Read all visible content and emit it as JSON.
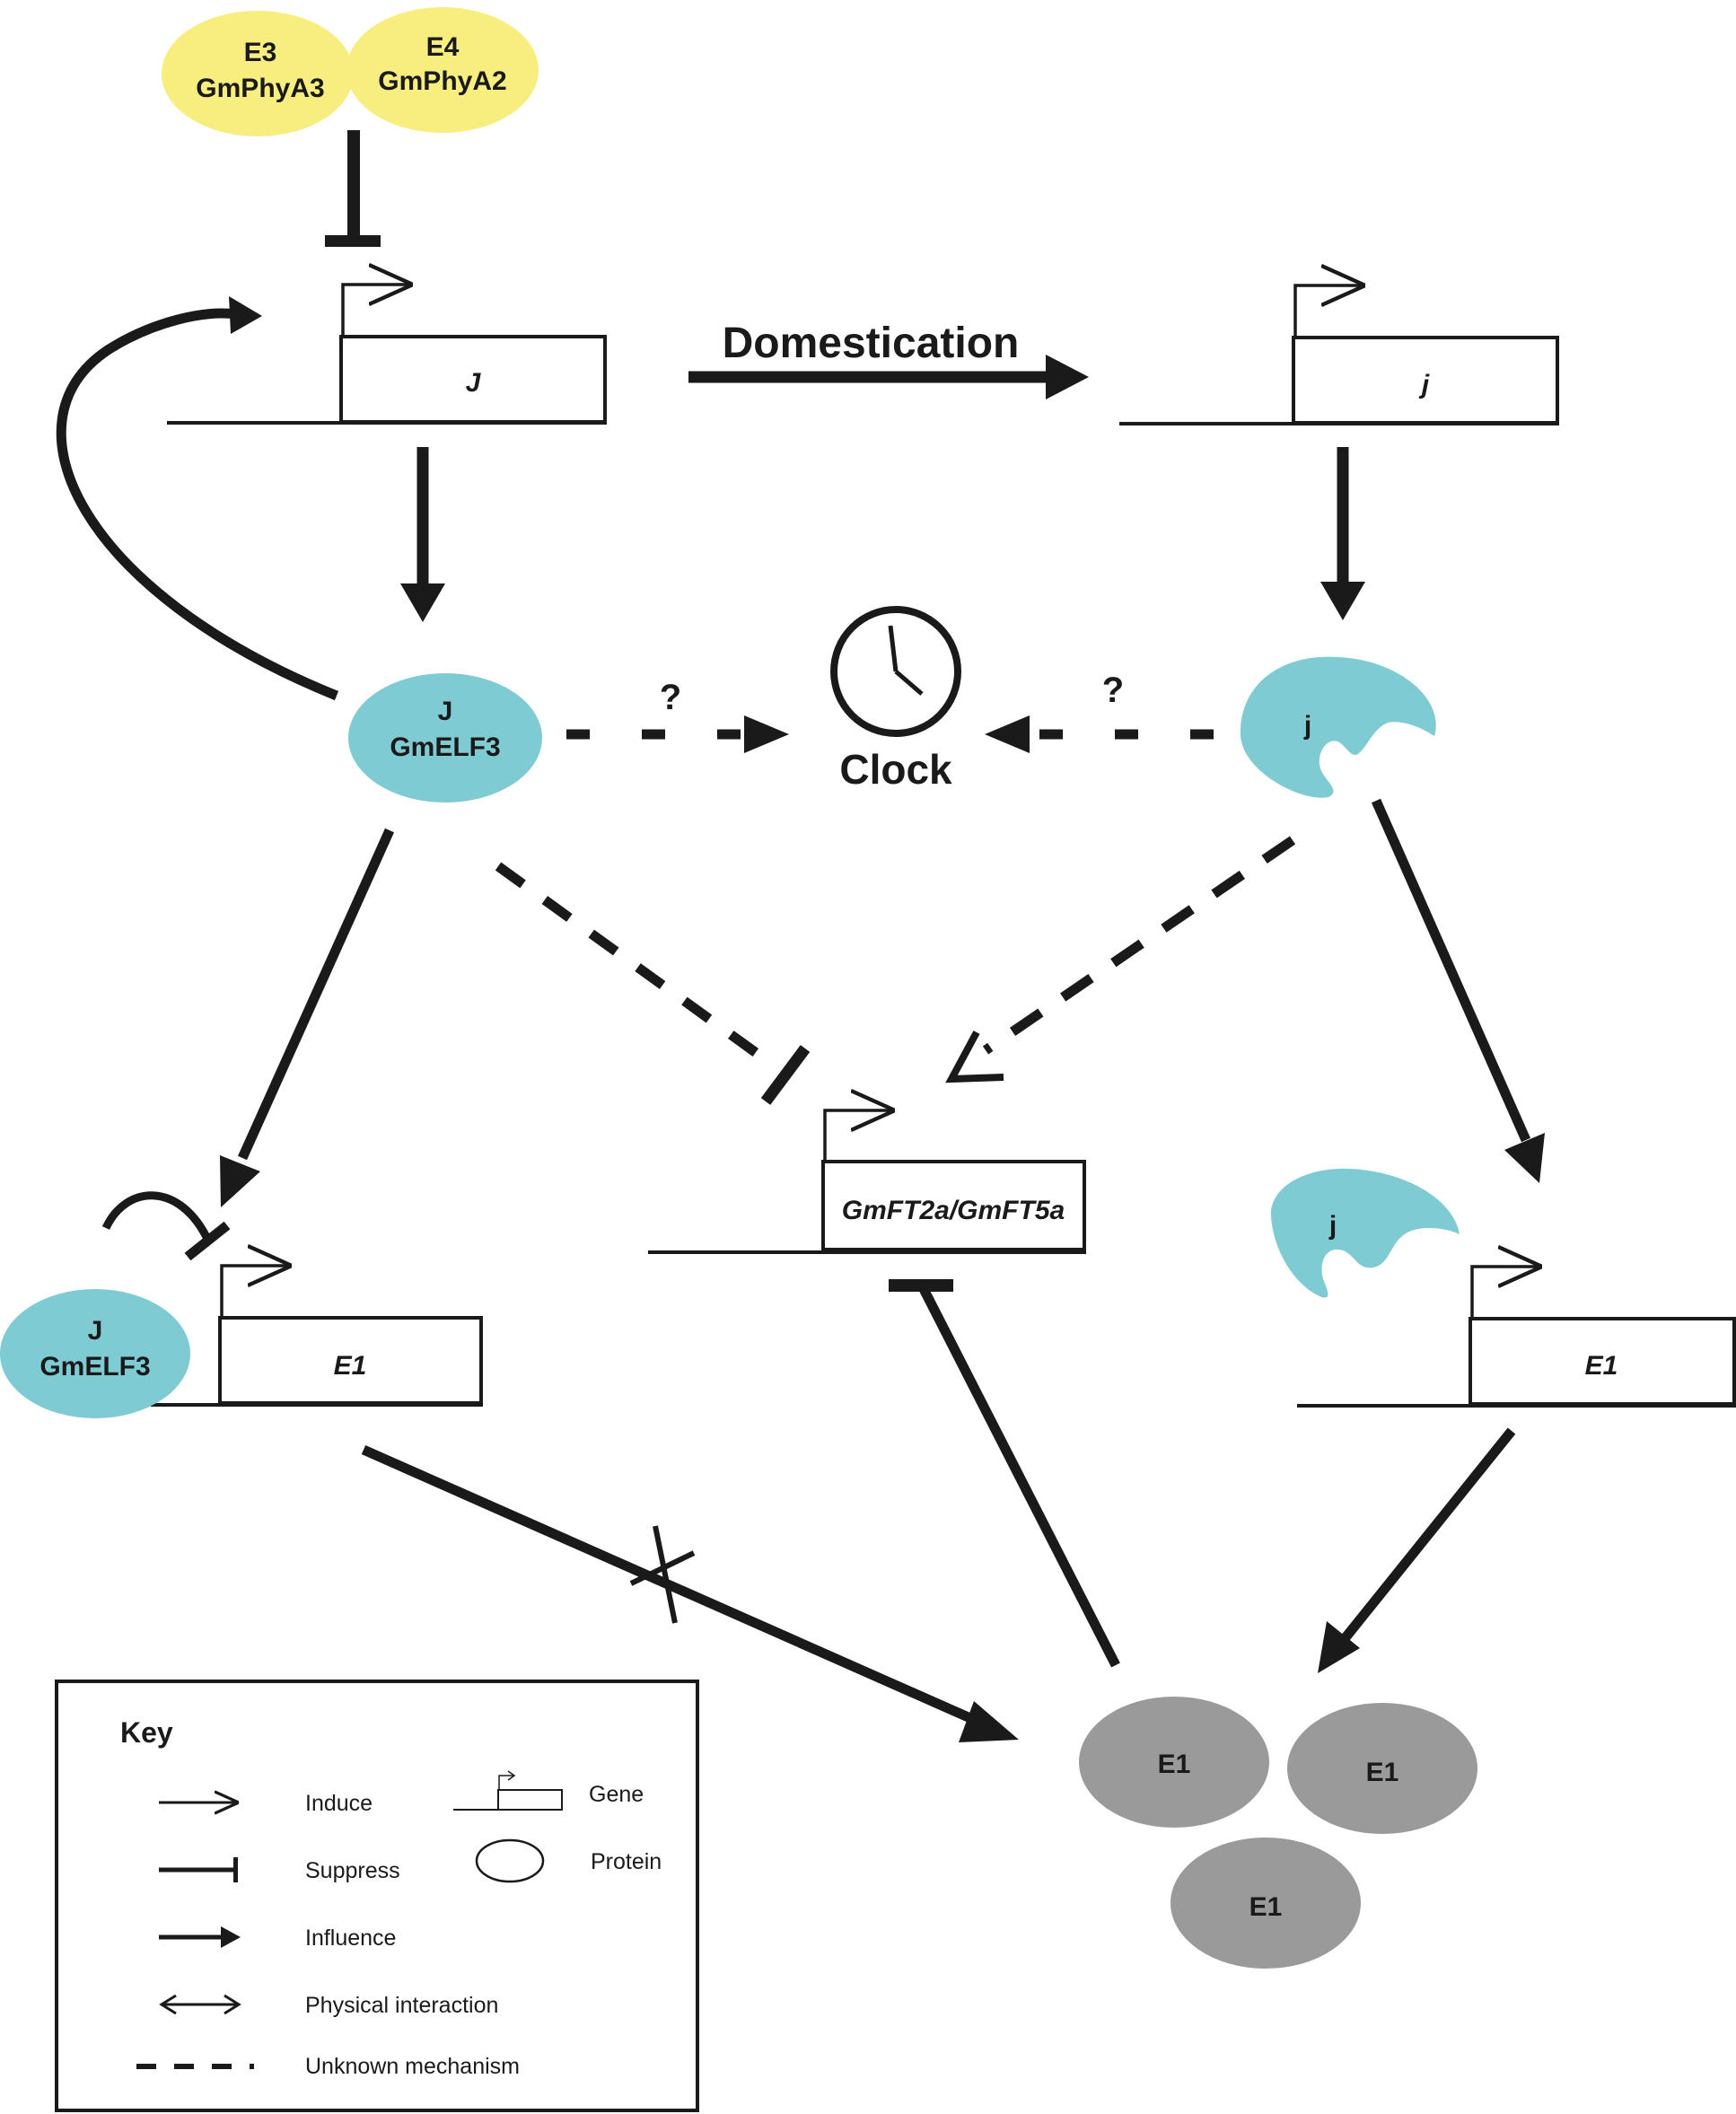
{
  "phytochromes": {
    "e3": {
      "name": "E3",
      "protein": "GmPhyA3"
    },
    "e4": {
      "name": "E4",
      "protein": "GmPhyA2"
    }
  },
  "genes": {
    "j_dominant": "J",
    "j_recessive": "j",
    "ft": "GmFT2a/GmFT5a",
    "e1_left": "E1",
    "e1_right": "E1"
  },
  "proteins": {
    "j_elf3_top": {
      "name": "J",
      "protein": "GmELF3"
    },
    "j_elf3_bottom": {
      "name": "J",
      "protein": "GmELF3"
    },
    "j_mutant_top": "j",
    "j_mutant_bottom": "j",
    "e1_copies": [
      "E1",
      "E1",
      "E1"
    ]
  },
  "labels": {
    "domestication": "Domestication",
    "clock": "Clock",
    "unknown_left": "?",
    "unknown_right": "?"
  },
  "key": {
    "title": "Key",
    "entries": {
      "induce": "Induce",
      "suppress": "Suppress",
      "influence": "Influence",
      "physical_interaction": "Physical interaction",
      "unknown_mechanism": "Unknown mechanism",
      "gene": "Gene",
      "protein": "Protein"
    }
  },
  "colors": {
    "phytochrome": "#f7ee7f",
    "elf3": "#7ecbd4",
    "e1_protein": "#9a9a9a",
    "line": "#1a1a1a"
  }
}
